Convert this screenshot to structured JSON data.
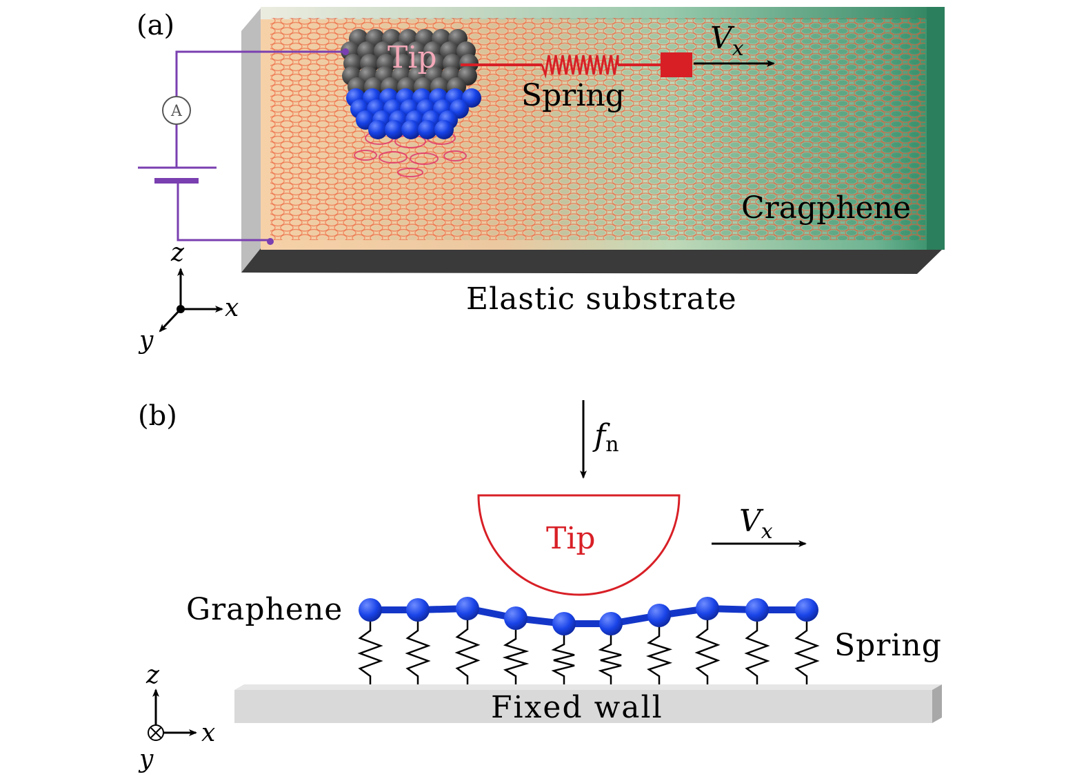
{
  "panel_a": {
    "label": "(a)",
    "tip_label": "Tip",
    "velocity_symbol": "V",
    "velocity_subscript": "x",
    "spring_label": "Spring",
    "sheet_label": "Cragphene",
    "substrate_label": "Elastic substrate",
    "ammeter_label": "A",
    "axes": {
      "z": "z",
      "x": "x",
      "y": "y"
    }
  },
  "panel_b": {
    "label": "(b)",
    "force_symbol": "f",
    "force_subscript": "n",
    "tip_label": "Tip",
    "velocity_symbol": "V",
    "velocity_subscript": "x",
    "graphene_label": "Graphene",
    "spring_label": "Spring",
    "wall_label": "Fixed wall",
    "axes": {
      "z": "z",
      "x": "x",
      "y": "y"
    }
  },
  "colors": {
    "wire": "#7a3fb0",
    "tip_red": "#d81f26",
    "atom_blue": "#1040e0",
    "atom_gray": "#4a4a4a",
    "sheet_green": "#2f8a64",
    "sheet_orange": "#f2c9a0",
    "wall_gray": "#d9d9d9"
  }
}
